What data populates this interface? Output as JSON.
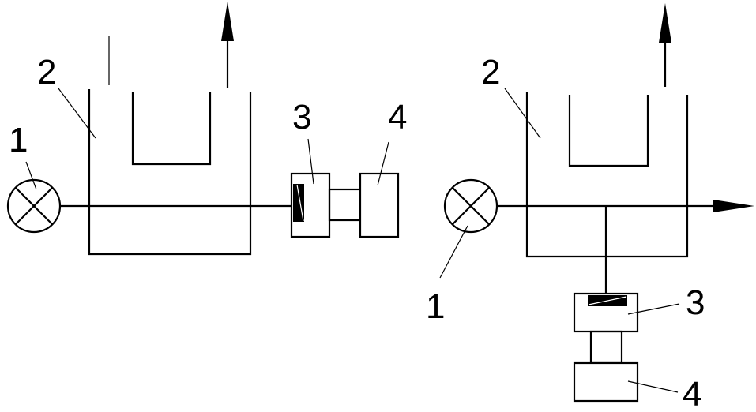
{
  "figure": {
    "left": {
      "labels": {
        "source": "1",
        "tank": "2",
        "sensor": "3",
        "unit": "4"
      }
    },
    "right": {
      "labels": {
        "source": "1",
        "tank": "2",
        "sensor": "3",
        "unit": "4"
      }
    }
  }
}
